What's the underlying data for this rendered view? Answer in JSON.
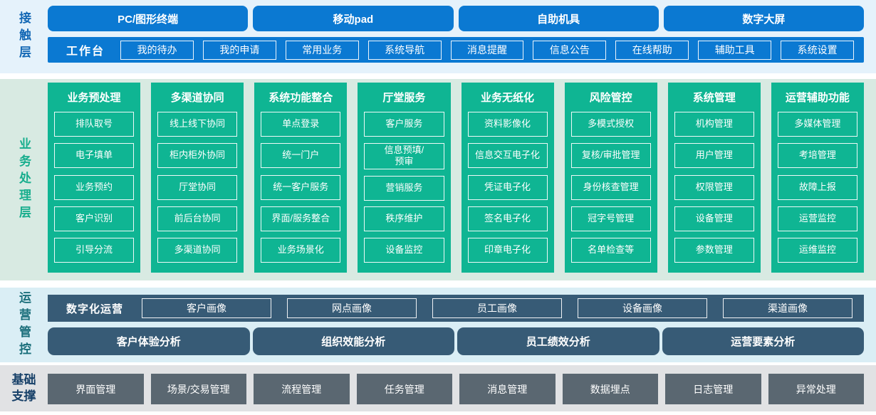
{
  "contact_layer": {
    "label": "接触层",
    "terminals": [
      "PC/图形终端",
      "移动pad",
      "自助机具",
      "数字大屏"
    ],
    "workbench": {
      "label": "工作台",
      "items": [
        "我的待办",
        "我的申请",
        "常用业务",
        "系统导航",
        "消息提醒",
        "信息公告",
        "在线帮助",
        "辅助工具",
        "系统设置"
      ]
    }
  },
  "business_layer": {
    "label": "业务处理层",
    "columns": [
      {
        "title": "业务预处理",
        "items": [
          "排队取号",
          "电子填单",
          "业务预约",
          "客户识别",
          "引导分流"
        ]
      },
      {
        "title": "多渠道协同",
        "items": [
          "线上线下协同",
          "柜内柜外协同",
          "厅堂协同",
          "前后台协同",
          "多渠道协同"
        ]
      },
      {
        "title": "系统功能整合",
        "items": [
          "单点登录",
          "统一门户",
          "统一客户服务",
          "界面/服务整合",
          "业务场景化"
        ]
      },
      {
        "title": "厅堂服务",
        "items": [
          "客户服务",
          "信息预填/\n预审",
          "营销服务",
          "秩序维护",
          "设备监控"
        ]
      },
      {
        "title": "业务无纸化",
        "items": [
          "资料影像化",
          "信息交互电子化",
          "凭证电子化",
          "签名电子化",
          "印章电子化"
        ]
      },
      {
        "title": "风险管控",
        "items": [
          "多模式授权",
          "复核/审批管理",
          "身份核查管理",
          "冠字号管理",
          "名单检查等"
        ]
      },
      {
        "title": "系统管理",
        "items": [
          "机构管理",
          "用户管理",
          "权限管理",
          "设备管理",
          "参数管理"
        ]
      },
      {
        "title": "运营辅助功能",
        "items": [
          "多媒体管理",
          "考培管理",
          "故障上报",
          "运营监控",
          "运维监控"
        ]
      }
    ]
  },
  "operations_layer": {
    "label": "运营管控",
    "digital_operations": {
      "label": "数字化运营",
      "items": [
        "客户画像",
        "网点画像",
        "员工画像",
        "设备画像",
        "渠道画像"
      ]
    },
    "analysis": [
      "客户体验分析",
      "组织效能分析",
      "员工绩效分析",
      "运营要素分析"
    ]
  },
  "foundation_layer": {
    "label": "基础支撑",
    "items": [
      "界面管理",
      "场景/交易管理",
      "流程管理",
      "任务管理",
      "消息管理",
      "数据埋点",
      "日志管理",
      "异常处理"
    ]
  },
  "colors": {
    "primary_blue": "#0b79d2",
    "teal_green": "#0fb593",
    "slate_blue": "#375b76",
    "dark_gray": "#5a6771",
    "band_contact_bg": "#e5f2fb",
    "band_business_bg": "#d8eae2",
    "band_operations_bg": "#daeef5",
    "band_foundation_bg": "#e1e2e4",
    "label_blue": "#1368b5",
    "label_green": "#18ae8d",
    "label_teal": "#1b6f7b",
    "label_navy": "#174068"
  }
}
